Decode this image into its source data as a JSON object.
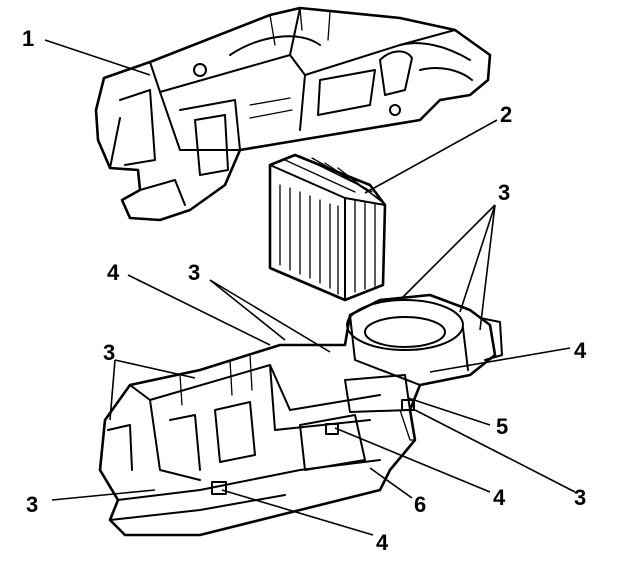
{
  "callouts": {
    "c1": "1",
    "c2": "2",
    "c3a": "3",
    "c3b": "3",
    "c3c": "3",
    "c3d": "3",
    "c3e": "3",
    "c4a": "4",
    "c4b": "4",
    "c4c": "4",
    "c4d": "4",
    "c5": "5",
    "c6": "6"
  }
}
